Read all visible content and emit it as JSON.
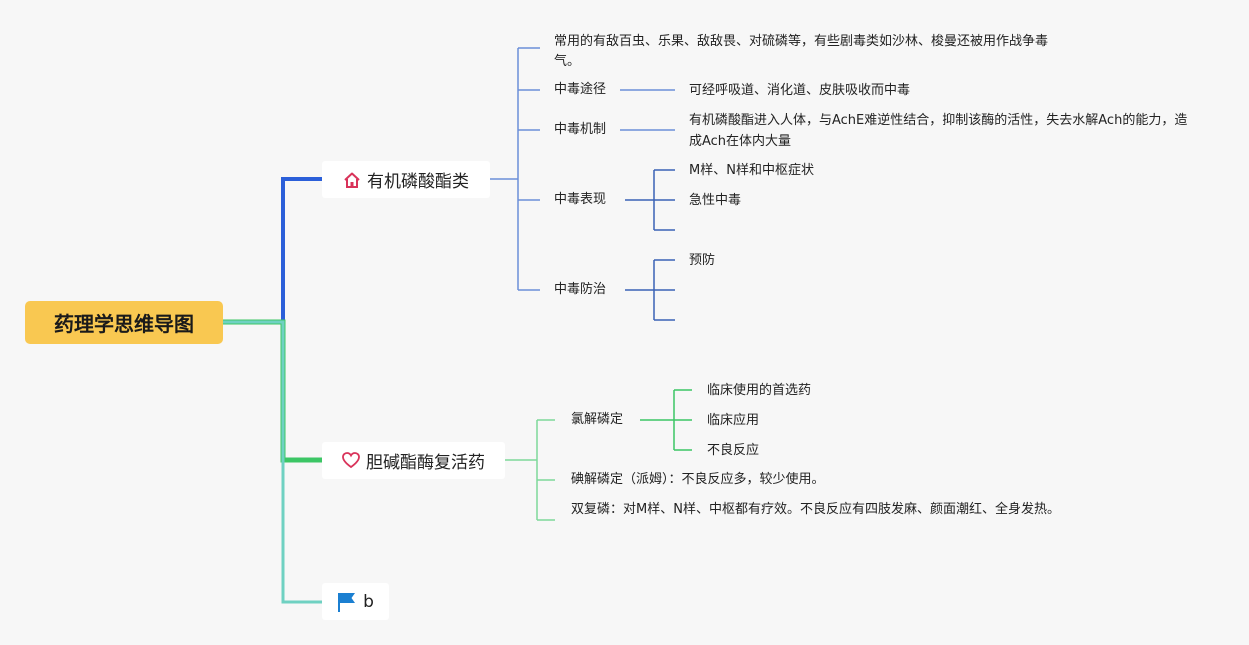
{
  "root": {
    "title": "药理学思维导图"
  },
  "branches": [
    {
      "label": "有机磷酸酯类",
      "icon": "home-icon",
      "color": "#2b5fd9",
      "children": [
        {
          "text": "常用的有敌百虫、乐果、敌敌畏、对硫磷等，有些剧毒类如沙林、梭曼还被用作战争毒气。"
        },
        {
          "text": "中毒途径",
          "children": [
            "可经呼吸道、消化道、皮肤吸收而中毒"
          ]
        },
        {
          "text": "中毒机制",
          "children": [
            "有机磷酸酯进入人体，与AchE难逆性结合，抑制该酶的活性，失去水解Ach的能力，造成Ach在体内大量"
          ]
        },
        {
          "text": "中毒表现",
          "children": [
            "M样、N样和中枢症状",
            "急性中毒",
            ""
          ]
        },
        {
          "text": "中毒防治",
          "children": [
            "预防",
            "",
            ""
          ]
        }
      ]
    },
    {
      "label": "胆碱酯酶复活药",
      "icon": "heart-icon",
      "color": "#3cc665",
      "children": [
        {
          "text": "氯解磷定",
          "children": [
            "临床使用的首选药",
            "临床应用",
            "不良反应"
          ]
        },
        {
          "text": "碘解磷定（派姆）：不良反应多，较少使用。"
        },
        {
          "text": "双复磷：对M样、N样、中枢都有疗效。不良反应有四肢发麻、颜面潮红、全身发热。"
        }
      ]
    },
    {
      "label": "b",
      "icon": "flag-icon",
      "color": "#6fd1c2",
      "children": []
    }
  ]
}
